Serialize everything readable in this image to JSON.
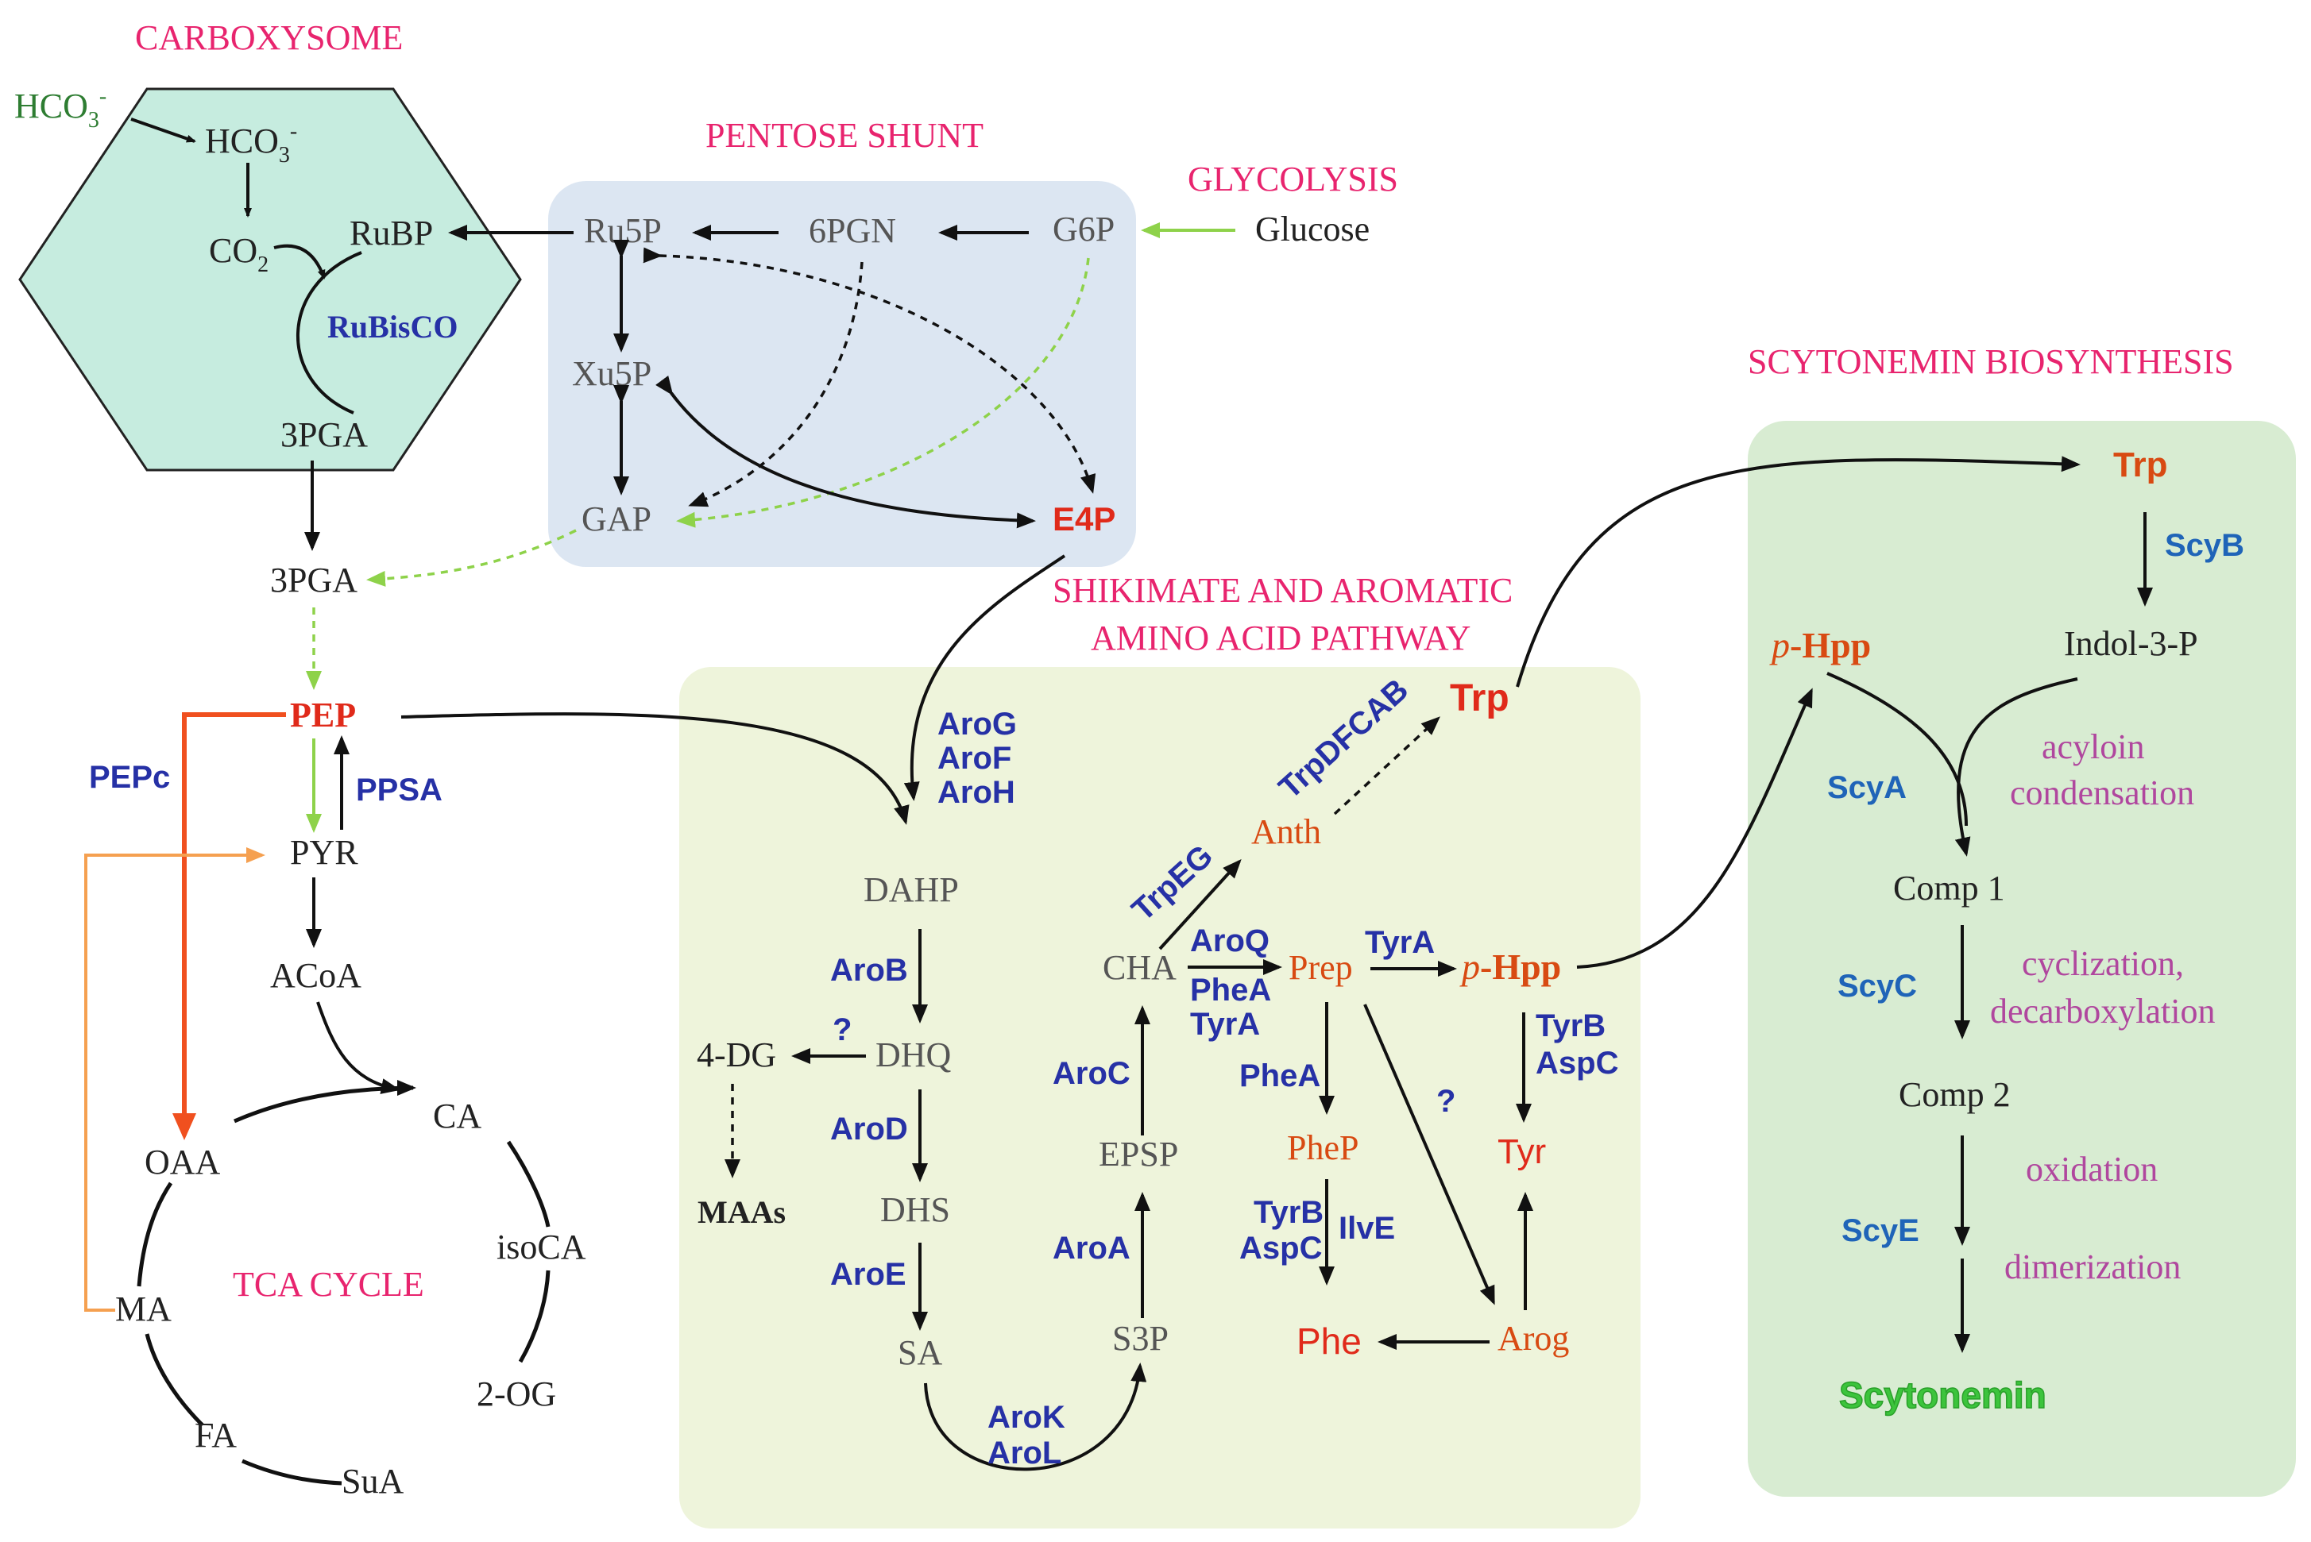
{
  "compartments": {
    "carboxysome": "CARBOXYSOME",
    "pentose_shunt": "PENTOSE SHUNT",
    "glycolysis": "GLYCOLYSIS",
    "shikimate_line1": "SHIKIMATE AND AROMATIC",
    "shikimate_line2": "AMINO ACID PATHWAY",
    "scytonemin": "SCYTONEMIN BIOSYNTHESIS",
    "tca": "TCA CYCLE"
  },
  "carboxysome": {
    "hco3_out": "HCO",
    "hco3_in": "HCO",
    "sub3": "3",
    "sub2": "2",
    "minus": "-",
    "co2": "CO",
    "rubp": "RuBP",
    "rubisco": "RuBisCO",
    "pga_in": "3PGA"
  },
  "pentose": {
    "ru5p": "Ru5P",
    "xu5p": "Xu5P",
    "gap": "GAP",
    "pgn": "6PGN",
    "g6p": "G6P",
    "e4p": "E4P"
  },
  "glycolysis": {
    "glucose": "Glucose"
  },
  "central": {
    "pga": "3PGA",
    "pep": "PEP",
    "pepc": "PEPc",
    "ppsa": "PPSA",
    "pyr": "PYR",
    "acoa": "ACoA",
    "oaa": "OAA",
    "ca": "CA",
    "isoca": "isoCA",
    "og": "2-OG",
    "sua": "SuA",
    "fa": "FA",
    "ma": "MA"
  },
  "shikimate": {
    "aroG": "AroG",
    "aroF": "AroF",
    "aroH": "AroH",
    "dahp": "DAHP",
    "aroB": "AroB",
    "dhq": "DHQ",
    "q1": "?",
    "dg": "4-DG",
    "maas": "MAAs",
    "aroD": "AroD",
    "dhs": "DHS",
    "aroE": "AroE",
    "sa": "SA",
    "aroK": "AroK",
    "aroL": "AroL",
    "s3p": "S3P",
    "aroA": "AroA",
    "epsp": "EPSP",
    "aroC": "AroC",
    "cha": "CHA",
    "trpEG": "TrpEG",
    "anth": "Anth",
    "trpDFCAB": "TrpDFCAB",
    "trp": "Trp",
    "aroQ": "AroQ",
    "pheA1": "PheA",
    "tyrA1": "TyrA",
    "prep": "Prep",
    "tyrA2": "TyrA",
    "hpp_p": "p",
    "hpp_rest": "-Hpp",
    "pheA2": "PheA",
    "phep": "PheP",
    "tyrB1": "TyrB",
    "aspC1": "AspC",
    "ilvE": "IlvE",
    "phe": "Phe",
    "q2": "?",
    "tyrB2": "TyrB",
    "aspC2": "AspC",
    "tyr": "Tyr",
    "arog": "Arog"
  },
  "scytonemin": {
    "trp": "Trp",
    "scyB": "ScyB",
    "indol": "Indol-3-P",
    "hpp_p": "p",
    "hpp_rest": "-Hpp",
    "scyA": "ScyA",
    "acyloin1": "acyloin",
    "acyloin2": "condensation",
    "comp1": "Comp 1",
    "scyC": "ScyC",
    "cycl1": "cyclization,",
    "cycl2": "decarboxylation",
    "comp2": "Comp 2",
    "oxidation": "oxidation",
    "scyE": "ScyE",
    "dimerization": "dimerization",
    "product": "Scytonemin"
  },
  "colors": {
    "title": "#e8246e",
    "enzyme": "#2631a6",
    "enzyme_scy": "#1f64b8",
    "highlight": "#e02a1a",
    "aromatic": "#d84a12",
    "green_arrow": "#8ed24a",
    "orange_arrow": "#f5a050",
    "carboxysome_fill": "#c6ecdf",
    "pentose_fill": "#dce6f2",
    "shikimate_fill": "#eef4db",
    "scytonemin_fill": "#d8ecd2",
    "product": "#3cc43c",
    "process": "#b0479e"
  }
}
